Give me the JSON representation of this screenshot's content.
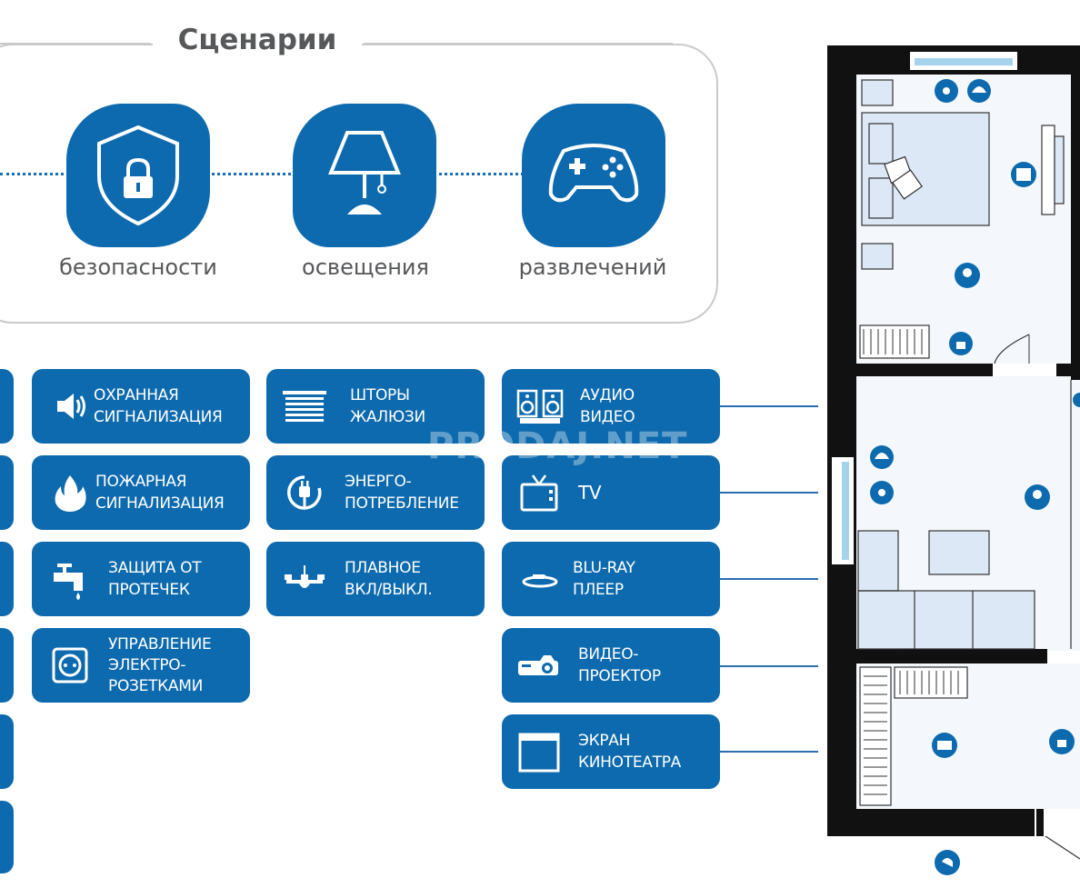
{
  "scenarios": {
    "title": "Сценарии",
    "items": [
      {
        "label": "безопасности",
        "icon": "shield-lock-icon"
      },
      {
        "label": "освещения",
        "icon": "lamp-icon"
      },
      {
        "label": "развлечений",
        "icon": "gamepad-icon"
      }
    ]
  },
  "security_column": [
    {
      "line1": "ОХРАННАЯ",
      "line2": "СИГНАЛИЗАЦИЯ",
      "line3": "",
      "icon": "speaker-alarm-icon"
    },
    {
      "line1": "ПОЖАРНАЯ",
      "line2": "СИГНАЛИЗАЦИЯ",
      "line3": "",
      "icon": "fire-icon"
    },
    {
      "line1": "ЗАЩИТА ОТ",
      "line2": "ПРОТЕЧЕК",
      "line3": "",
      "icon": "faucet-icon"
    },
    {
      "line1": "УПРАВЛЕНИЕ",
      "line2": "ЭЛЕКТРО-",
      "line3": "РОЗЕТКАМИ",
      "icon": "socket-icon"
    }
  ],
  "lighting_column": [
    {
      "line1": "ШТОРЫ",
      "line2": "ЖАЛЮЗИ",
      "icon": "blinds-icon"
    },
    {
      "line1": "ЭНЕРГО-",
      "line2": "ПОТРЕБЛЕНИЕ",
      "icon": "plug-icon"
    },
    {
      "line1": "ПЛАВНОЕ",
      "line2": "ВКЛ/ВЫКЛ.",
      "icon": "chandelier-icon"
    }
  ],
  "entertainment_column": [
    {
      "line1": "АУДИО",
      "line2": "ВИДЕО",
      "icon": "speakers-icon"
    },
    {
      "line1": "TV",
      "line2": "",
      "icon": "tv-icon"
    },
    {
      "line1": "BLU-RAY",
      "line2": "ПЛЕЕР",
      "icon": "bluray-icon"
    },
    {
      "line1": "ВИДЕО-",
      "line2": "ПРОЕКТОР",
      "icon": "projector-icon"
    },
    {
      "line1": "ЭКРАН",
      "line2": "КИНОТЕАТРА",
      "icon": "screen-icon"
    }
  ],
  "watermark": "PRODAJ.NET",
  "colors": {
    "brand_blue": "#0d6aae",
    "gray_text": "#57585a",
    "plan_fill": "#dce8f5"
  }
}
